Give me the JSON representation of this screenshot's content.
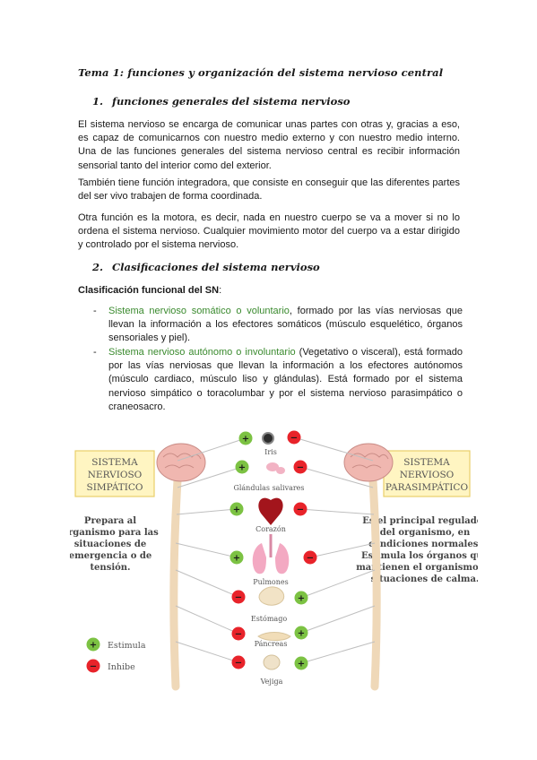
{
  "title": "Tema 1: funciones y organización del sistema nervioso central",
  "section1": {
    "num": "1.",
    "heading": "funciones generales del sistema nervioso"
  },
  "p1": "El sistema nervioso se encarga de comunicar unas partes con otras y, gracias a eso, es capaz de comunicarnos con nuestro medio externo y con nuestro medio interno. Una de las funciones generales del sistema nervioso central es recibir información sensorial tanto del interior como del exterior.",
  "p2": "También tiene función integradora, que consiste en conseguir que las diferentes partes del ser vivo trabajen de forma coordinada.",
  "p3": "Otra función es la motora, es decir, nada en nuestro cuerpo se va a mover si no lo ordena el sistema nervioso. Cualquier movimiento motor del cuerpo va a estar dirigido y controlado por el sistema nervioso.",
  "section2": {
    "num": "2.",
    "heading": "Clasificaciones del sistema nervioso"
  },
  "classification": {
    "label": "Clasificación funcional del SN",
    "colon": ":"
  },
  "bullets": [
    {
      "dash": "-",
      "term": "Sistema nervioso somático o voluntario",
      "rest": ", formado por las vías nerviosas que llevan la información a los efectores somáticos (músculo esquelético, órganos sensoriales y piel)."
    },
    {
      "dash": "-",
      "term": "Sistema nervioso autónomo o involuntario",
      "rest": " (Vegetativo o visceral), está formado por las vías nerviosas que llevan la información a los efectores autónomos (músculo cardiaco, músculo liso y glándulas). Está formado por el sistema nervioso simpático o toracolumbar y por el sistema nervioso parasimpático o craneosacro."
    }
  ],
  "diagram": {
    "left_box": [
      "SISTEMA",
      "NERVIOSO",
      "SIMPÁTICO"
    ],
    "right_box": [
      "SISTEMA",
      "NERVIOSO",
      "PARASIMPÁTICO"
    ],
    "left_desc": [
      "Prepara al",
      "organismo para las",
      "situaciones de",
      "emergencia o de",
      "tensión."
    ],
    "right_desc": [
      "Es el principal regulador",
      "del organismo, en",
      "condiciones normales.",
      "Estimula los órganos que",
      "mantienen el organismo en",
      "situaciones de calma."
    ],
    "organs": [
      "Iris",
      "Glándulas salivares",
      "Corazón",
      "Pulmones",
      "Estómago",
      "Páncreas",
      "Vejiga"
    ],
    "legend": [
      {
        "symbol": "+",
        "label": "Estimula",
        "color": "#7cc243"
      },
      {
        "symbol": "−",
        "label": "Inhibe",
        "color": "#e8232a"
      }
    ],
    "signs": {
      "plus": "+",
      "minus": "−"
    },
    "colors": {
      "box_fill": "#fff5c2",
      "box_border": "#e8cf6a",
      "stimulate": "#7cc243",
      "inhibit": "#e8232a",
      "brain": "#f0b7b0",
      "spine": "#efd8b8"
    }
  }
}
